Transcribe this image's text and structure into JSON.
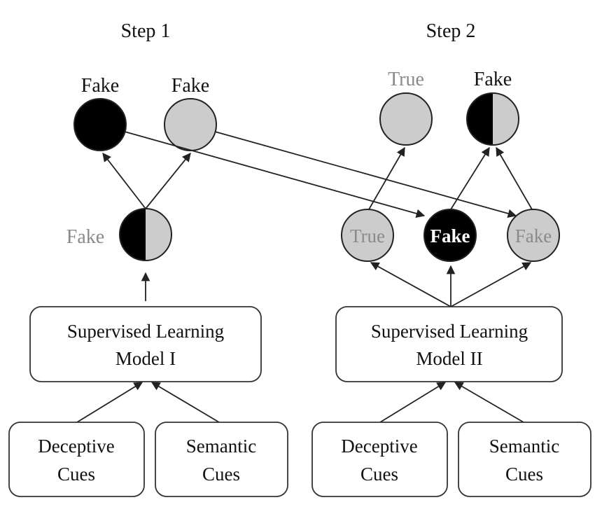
{
  "colors": {
    "fake": "#000000",
    "true": "#cccccc",
    "stroke": "#222222",
    "grey_text": "#8a8a8a"
  },
  "step1": {
    "title": "Step 1",
    "top_nodes": [
      {
        "label": "Fake",
        "fill": "black"
      },
      {
        "label": "Fake",
        "fill": "grey"
      }
    ],
    "mid_node": {
      "label": "Fake",
      "fill": "half"
    },
    "model": {
      "line1": "Supervised Learning",
      "line2": "Model I"
    },
    "inputs": [
      {
        "line1": "Deceptive",
        "line2": "Cues"
      },
      {
        "line1": "Semantic",
        "line2": "Cues"
      }
    ]
  },
  "step2": {
    "title": "Step 2",
    "top_nodes": [
      {
        "label": "True",
        "fill": "grey"
      },
      {
        "label": "Fake",
        "fill": "half"
      }
    ],
    "mid_nodes": [
      {
        "label": "True",
        "fill": "grey"
      },
      {
        "label": "Fake",
        "fill": "black"
      },
      {
        "label": "Fake",
        "fill": "grey"
      }
    ],
    "model": {
      "line1": "Supervised Learning",
      "line2": "Model II"
    },
    "inputs": [
      {
        "line1": "Deceptive",
        "line2": "Cues"
      },
      {
        "line1": "Semantic",
        "line2": "Cues"
      }
    ]
  }
}
